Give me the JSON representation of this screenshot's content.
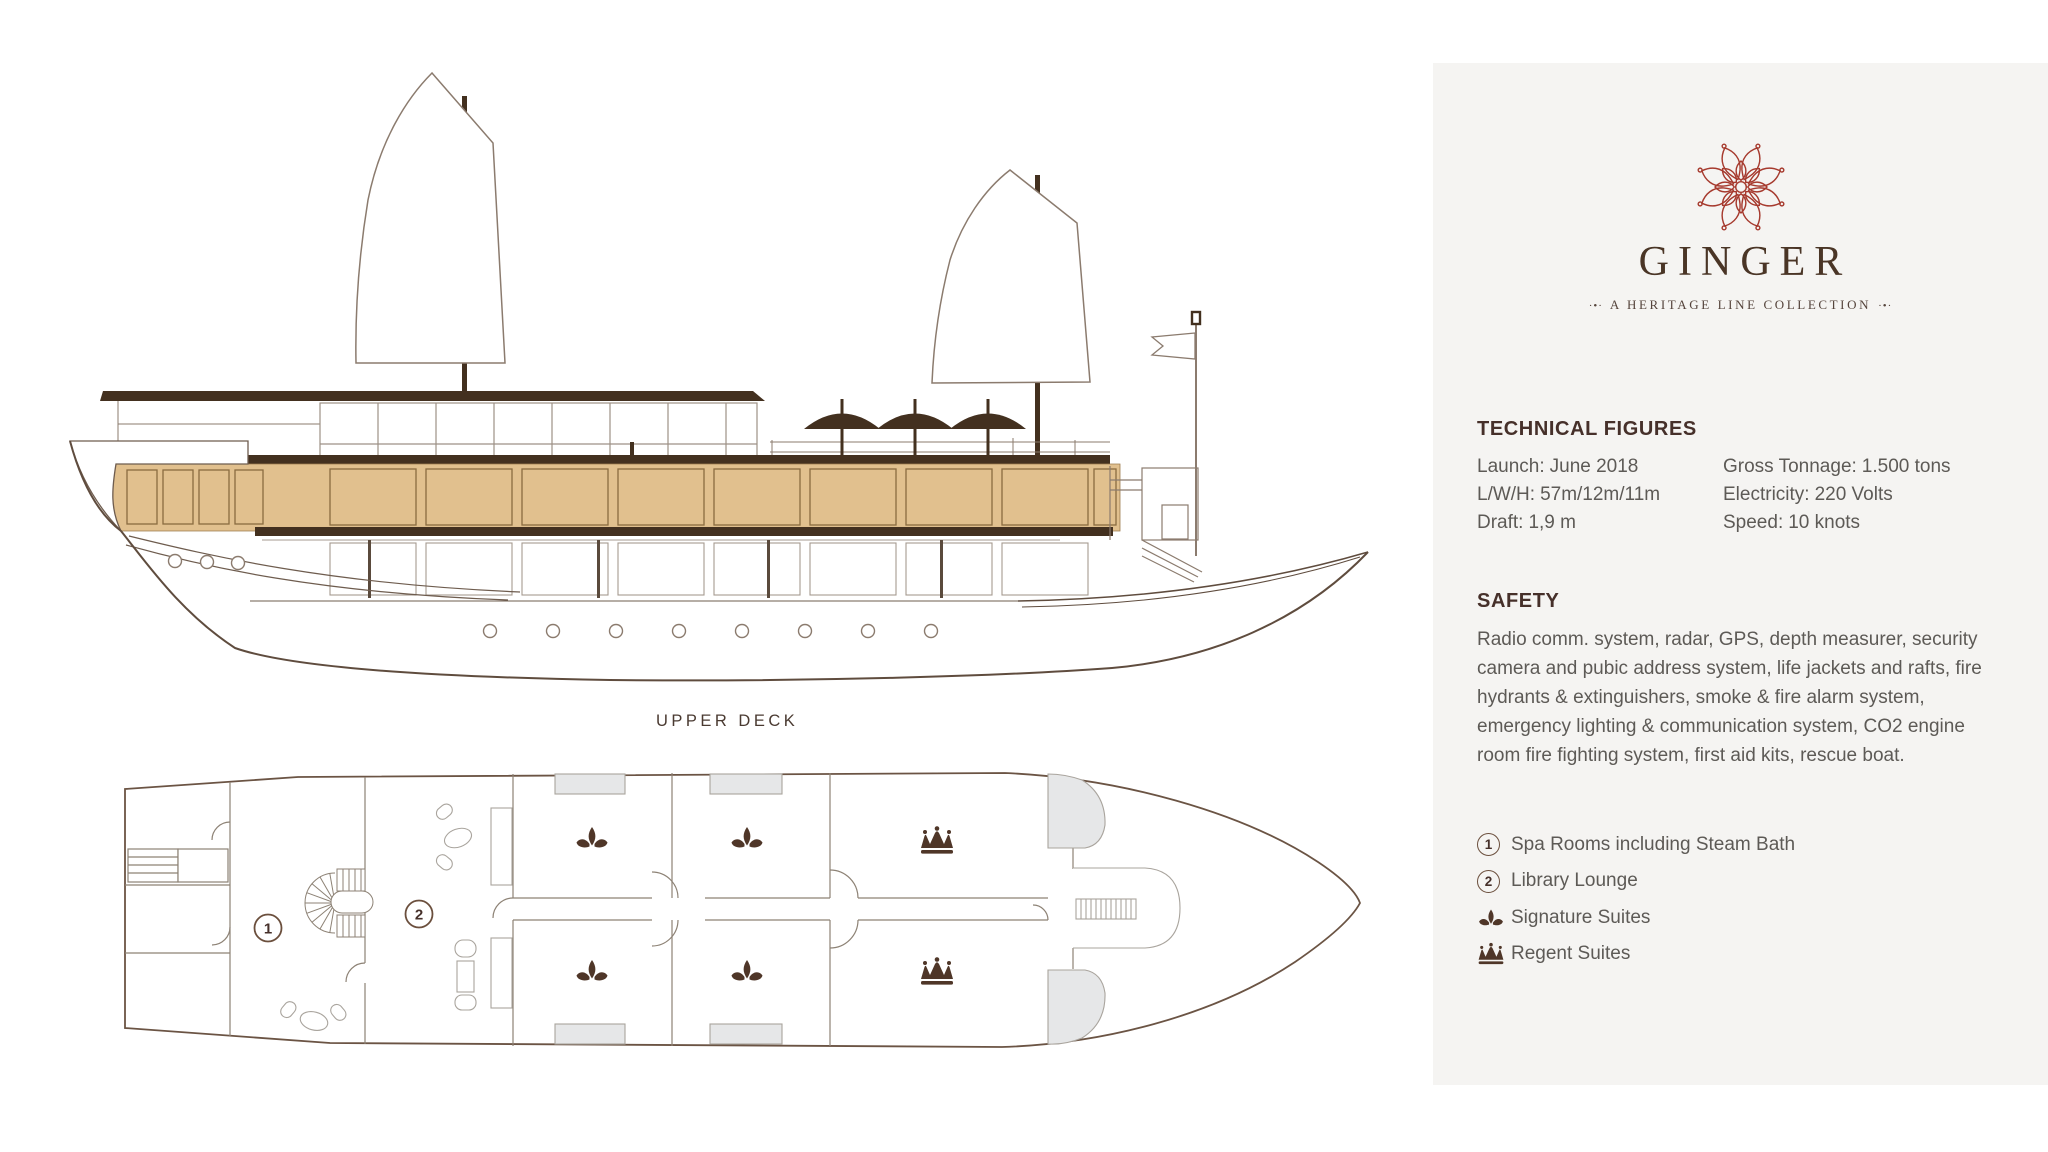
{
  "deck_plan": {
    "label": "UPPER DECK",
    "markers": {
      "spa": "1",
      "library": "2"
    }
  },
  "brand": {
    "name": "GINGER",
    "tagline": "A HERITAGE LINE COLLECTION",
    "tagline_ornament": "·•·",
    "logo": "lotus-flower-icon"
  },
  "technical_figures": {
    "heading": "TECHNICAL FIGURES",
    "columns": [
      [
        {
          "label": "Launch:",
          "value": "June 2018"
        },
        {
          "label": "L/W/H:",
          "value": "57m/12m/11m"
        },
        {
          "label": "Draft:",
          "value": "1,9 m"
        }
      ],
      [
        {
          "label": "Gross Tonnage:",
          "value": "1.500 tons"
        },
        {
          "label": "Electricity:",
          "value": "220 Volts"
        },
        {
          "label": "Speed:",
          "value": "10 knots"
        }
      ]
    ]
  },
  "safety": {
    "heading": "SAFETY",
    "body": "Radio comm. system, radar, GPS, depth measurer, security camera and pubic address system, life jackets and rafts, fire hydrants & extinguishers, smoke & fire alarm system, emergency lighting & communication system, CO2 engine room fire fighting system, first aid kits, rescue boat."
  },
  "legend": [
    {
      "icon": "circle-1-icon",
      "marker": "1",
      "label": "Spa Rooms including Steam Bath"
    },
    {
      "icon": "circle-2-icon",
      "marker": "2",
      "label": "Library Lounge"
    },
    {
      "icon": "fleur-icon",
      "label": "Signature Suites"
    },
    {
      "icon": "crown-icon",
      "label": "Regent Suites"
    }
  ],
  "colors": {
    "page_background": "#ffffff",
    "panel_background": "#f5f4f2",
    "dark_brown": "#43301f",
    "heading_brown": "#46302a",
    "body_text_gray": "#5d5a56",
    "deck_highlight_tan": "#e1c08e",
    "logo_red": "#a63a2e",
    "plan_fill_gray": "#e6e7e8",
    "outline_brown": "#8b7b6e"
  }
}
